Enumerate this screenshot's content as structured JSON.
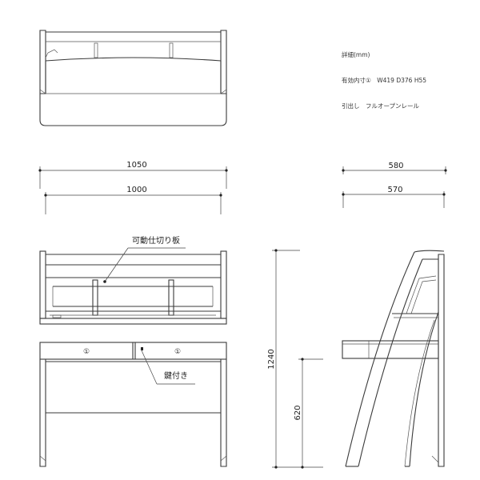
{
  "specs": {
    "detail_heading": "詳細(mm)",
    "effective_inner": "有効内寸①　W419 D376 H55",
    "drawer_rail": "引出し　フルオープンレール"
  },
  "dimensions": {
    "top_width_outer": "1050",
    "top_width_inner": "1000",
    "depth_outer": "580",
    "depth_inner": "570",
    "total_height": "1240",
    "desk_height": "620"
  },
  "labels": {
    "movable_shelf": "可動仕切り板",
    "with_lock": "鍵付き",
    "drawer_marker": "①"
  }
}
